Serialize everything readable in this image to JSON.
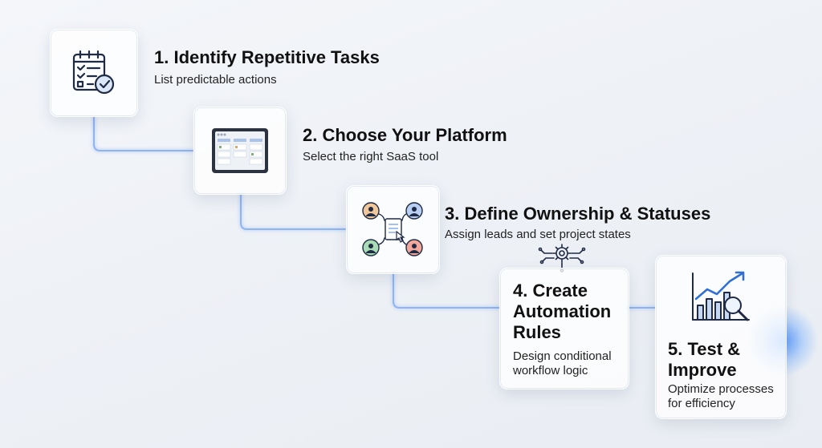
{
  "steps": [
    {
      "title": "1. Identify Repetitive Tasks",
      "desc": "List predictable actions",
      "icon": "checklist-icon"
    },
    {
      "title": "2. Choose Your Platform",
      "desc": "Select the right SaaS tool",
      "icon": "kanban-board-icon"
    },
    {
      "title": "3. Define Ownership & Statuses",
      "desc": "Assign leads and set project states",
      "icon": "team-document-icon"
    },
    {
      "title_lines": [
        "4. Create",
        "Automation",
        "Rules"
      ],
      "desc_lines": [
        "Design conditional",
        "workflow logic"
      ],
      "icon": "gear-circuit-icon"
    },
    {
      "title_lines": [
        "5. Test &",
        "Improve"
      ],
      "desc_lines": [
        "Optimize processes",
        "for efficiency"
      ],
      "icon": "growth-chart-magnifier-icon"
    }
  ],
  "colors": {
    "connector": "#8fb6f5",
    "accent": "#2f6fd6",
    "icon_stroke": "#1f2a44"
  }
}
